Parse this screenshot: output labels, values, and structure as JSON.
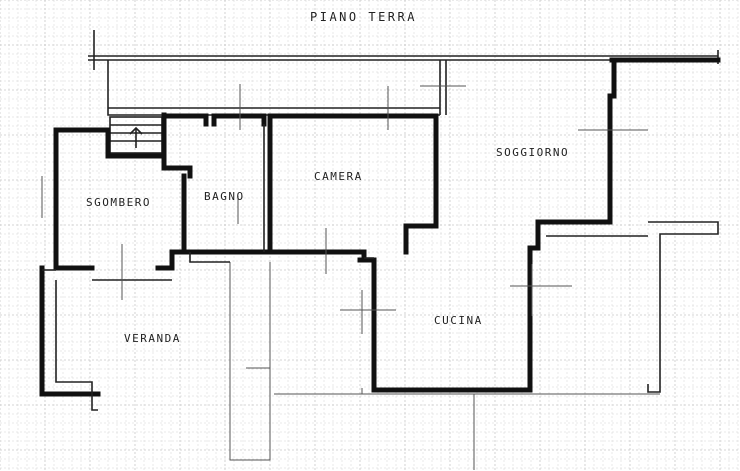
{
  "title": "PIANO TERRA",
  "rooms": {
    "sgombero": "SGOMBERO",
    "bagno": "BAGNO",
    "camera": "CAMERA",
    "soggiorno": "SOGGIORNO",
    "veranda": "VERANDA",
    "cucina": "CUCINA"
  },
  "colors": {
    "ink": "#111111",
    "grid": "#c8c8c8",
    "paper": "#ffffff"
  }
}
